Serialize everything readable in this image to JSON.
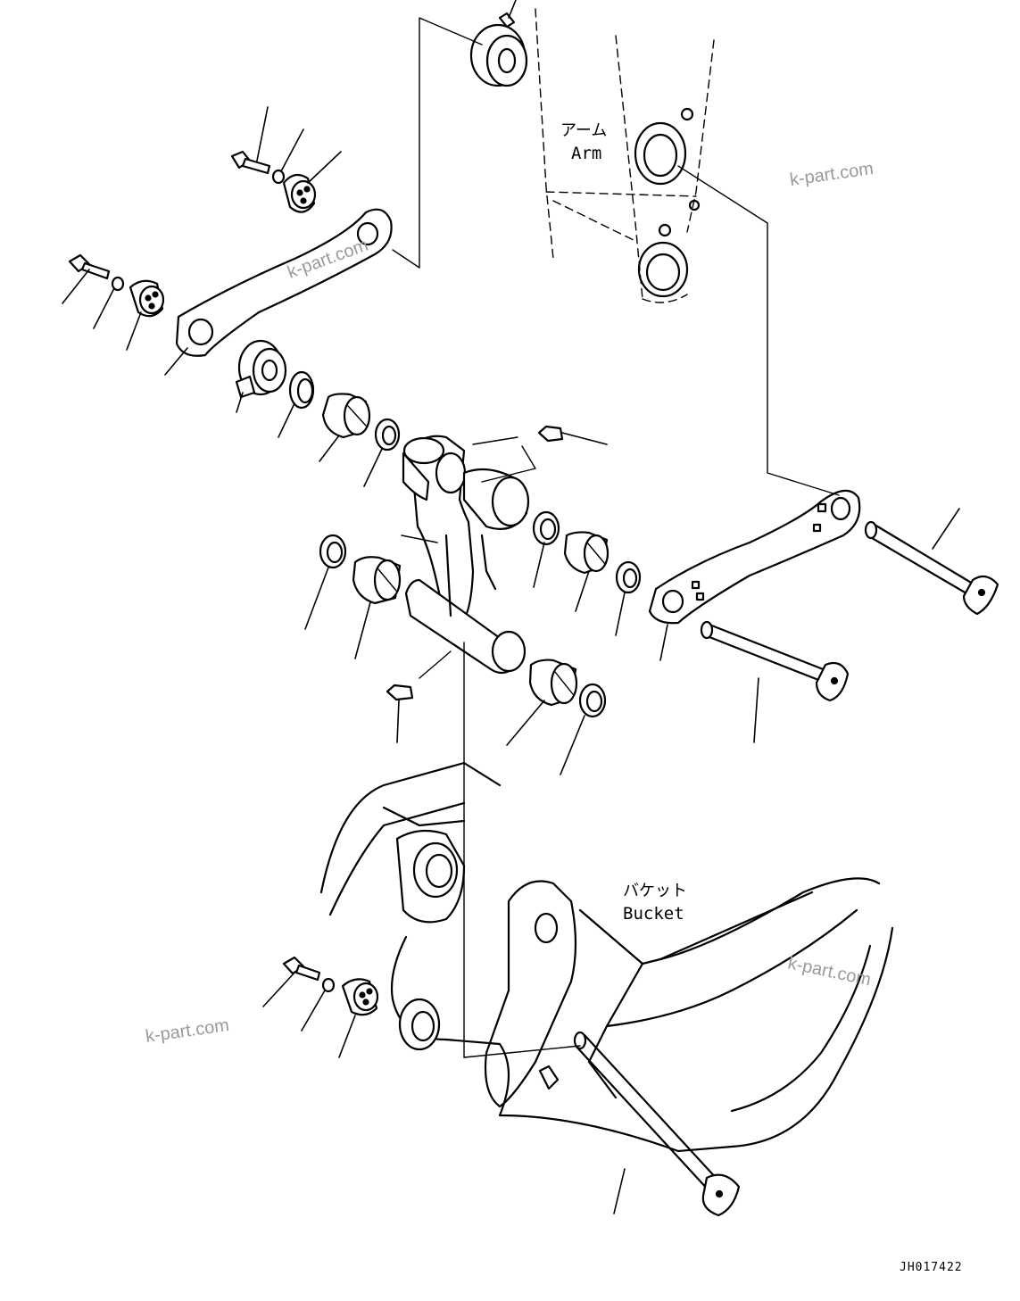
{
  "labels": {
    "arm_jp": "アーム",
    "arm_en": "Arm",
    "bucket_jp": "バケット",
    "bucket_en": "Bucket"
  },
  "watermarks": [
    "k-part.com",
    "k-part.com",
    "k-part.com",
    "k-part.com"
  ],
  "drawing_code": "JH017422"
}
